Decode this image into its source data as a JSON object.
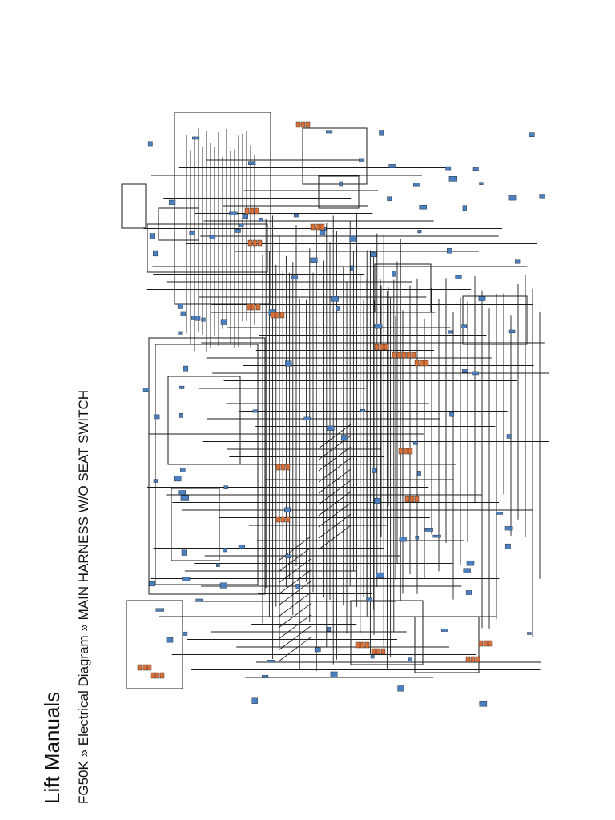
{
  "header": {
    "site_title": "Lift Manuals",
    "breadcrumb": "FG50K » Electrical Diagram » MAIN HARNESS W/O SEAT SWITCH"
  },
  "diagram": {
    "kind": "wiring-schematic",
    "orientation": "rotated-90",
    "colors": {
      "line": "#1a1a1a",
      "connector_blue": "#4a7fc1",
      "connector_orange": "#d9703a"
    }
  }
}
